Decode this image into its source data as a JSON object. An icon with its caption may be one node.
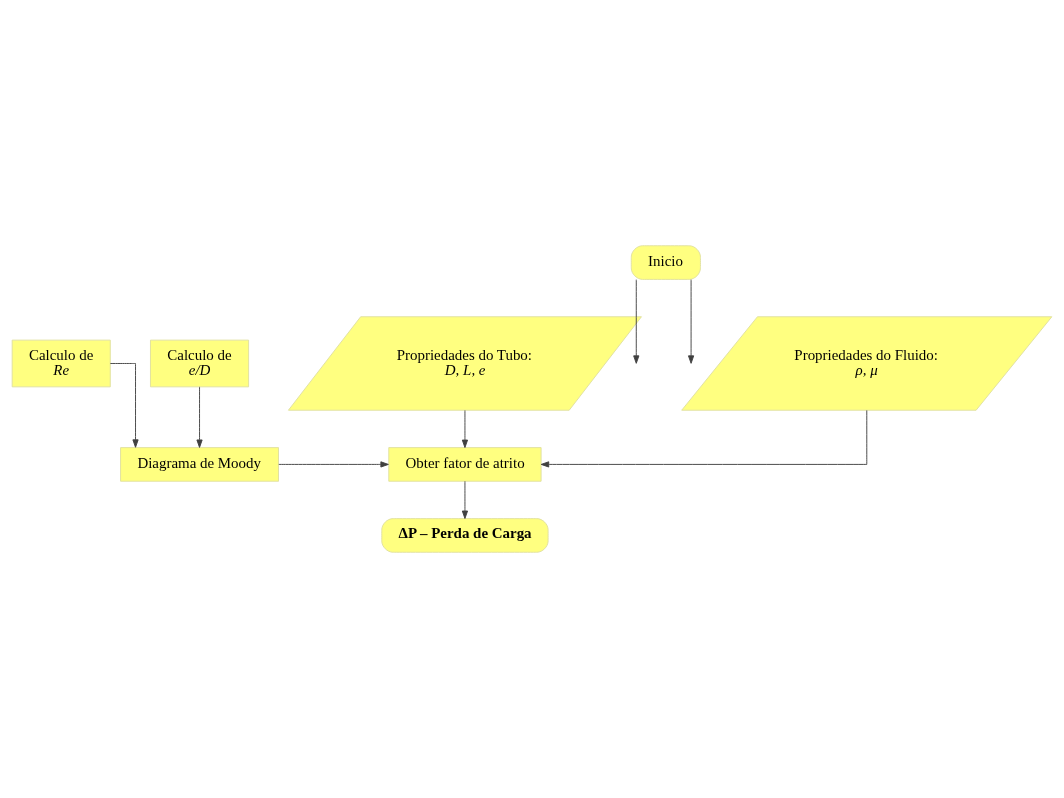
{
  "diagram": {
    "nodes": [
      {
        "text": [
          "Inicio"
        ]
      },
      {
        "text": [
          "Propriedades do Tubo:",
          "D, L, e"
        ]
      },
      {
        "text": [
          "Propriedades do Fluido:",
          "ρ, μ"
        ]
      },
      {
        "text": [
          "Calculo de",
          "Re"
        ]
      },
      {
        "text": [
          "Diagrama de Moody"
        ]
      },
      {
        "text": [
          "Calculo de",
          "e/D"
        ]
      },
      {
        "text": [
          "Obter fator de atrito"
        ]
      },
      {
        "text": [
          "ΔP – Perda de Carga"
        ]
      }
    ],
    "edges": [
      {
        "from": 0,
        "to": 1,
        "arrow": "to"
      },
      {
        "from": 0,
        "to": 2,
        "arrow": "to"
      },
      {
        "from": 1,
        "to": 6,
        "arrow": "to"
      },
      {
        "from": 2,
        "to": 6,
        "arrow": "to"
      },
      {
        "from": 3,
        "to": 4,
        "arrow": "to"
      },
      {
        "from": 5,
        "to": 4,
        "arrow": "to"
      },
      {
        "from": 4,
        "to": 6,
        "arrow": "to"
      },
      {
        "from": 6,
        "to": 7,
        "arrow": "to"
      }
    ]
  }
}
